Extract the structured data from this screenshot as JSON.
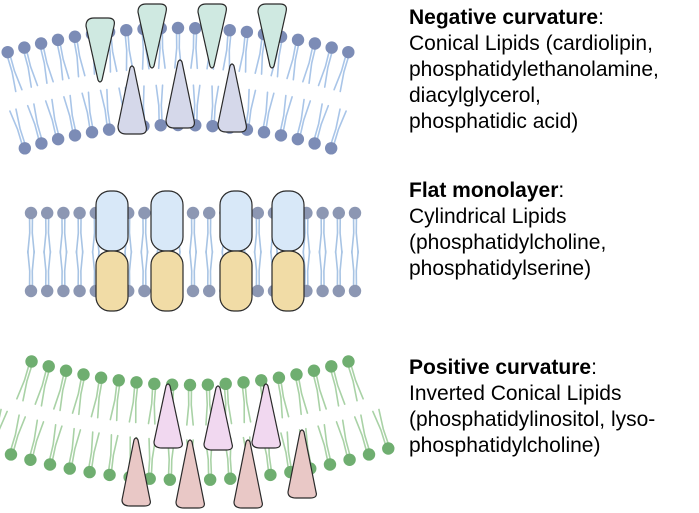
{
  "colors": {
    "negative_head": "#7c8cb6",
    "negative_tail": "#a9c5e8",
    "flat_head": "#8c97b3",
    "flat_tail": "#a8c4e4",
    "positive_head": "#6fae70",
    "positive_tail": "#a9d2a6",
    "cone_neg_top": "#cfe9e1",
    "cone_neg_bottom": "#d5d8ea",
    "cyl_top": "#d8e8f8",
    "cyl_bottom": "#f1dca6",
    "cone_pos_top": "#f1d8f0",
    "cone_pos_bottom": "#e9c8c6",
    "outline": "#2a2a2a"
  },
  "sections": [
    {
      "id": "negative",
      "title": "Negative curvature",
      "lines": [
        "Conical Lipids (cardiolipin,",
        "phosphatidylethanolamine,",
        "diacylglycerol,",
        "phosphatidic acid)"
      ]
    },
    {
      "id": "flat",
      "title": "Flat monolayer",
      "lines": [
        "Cylindrical Lipids",
        "(phosphatidylcholine,",
        "phosphatidylserine)"
      ]
    },
    {
      "id": "positive",
      "title": "Positive curvature",
      "lines": [
        "Inverted Conical Lipids",
        "(phosphatidylinositol, lyso-",
        "phosphatidylcholine)"
      ]
    }
  ]
}
